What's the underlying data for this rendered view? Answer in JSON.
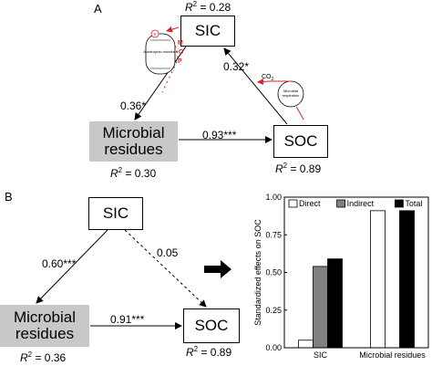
{
  "panel_a": {
    "label": "A",
    "sic": {
      "title": "SIC",
      "r2_prefix": "R",
      "r2_suffix": " = 0.28"
    },
    "microbial": {
      "line1": "Microbial",
      "line2": "residues",
      "r2_prefix": "R",
      "r2_suffix": " = 0.30"
    },
    "soc": {
      "title": "SOC",
      "r2_prefix": "R",
      "r2_suffix": " = 0.89"
    },
    "paths": {
      "sic_to_microbial": "0.36*",
      "soc_to_sic": "0.32*",
      "microbial_to_soc": "0.93***"
    },
    "inset_left": {
      "caption": "Autotrophic microbes",
      "mcp_letters": [
        "M",
        "C",
        "P"
      ],
      "tag": "e"
    },
    "inset_right": {
      "caption": "Microbial respiration",
      "co2": "CO",
      "co2_sub": "2"
    },
    "colors": {
      "accent": "#d62728",
      "box_gray": "#c8c8c8"
    }
  },
  "panel_b": {
    "label": "B",
    "sic": {
      "title": "SIC"
    },
    "microbial": {
      "line1": "Microbial",
      "line2": "residues",
      "r2_prefix": "R",
      "r2_suffix": " = 0.36"
    },
    "soc": {
      "title": "SOC",
      "r2_prefix": "R",
      "r2_suffix": " = 0.89"
    },
    "paths": {
      "sic_to_microbial": "0.60***",
      "sic_to_soc": "0.05",
      "microbial_to_soc": "0.91***"
    },
    "arrow_icon": "right-arrow"
  },
  "chart_data": {
    "type": "bar",
    "categories": [
      "SIC",
      "Microbial residues"
    ],
    "series": [
      {
        "name": "Direct",
        "values": [
          0.05,
          0.91
        ],
        "color": "#ffffff"
      },
      {
        "name": "Indirect",
        "values": [
          0.54,
          0.0
        ],
        "color": "#808080"
      },
      {
        "name": "Total",
        "values": [
          0.59,
          0.91
        ],
        "color": "#000000"
      }
    ],
    "ylabel": "Standardized effects on SOC",
    "ylim": [
      0,
      1.0
    ],
    "yticks": [
      "0.00",
      "0.25",
      "0.50",
      "0.75",
      "1.00"
    ],
    "legend_position": "top"
  }
}
